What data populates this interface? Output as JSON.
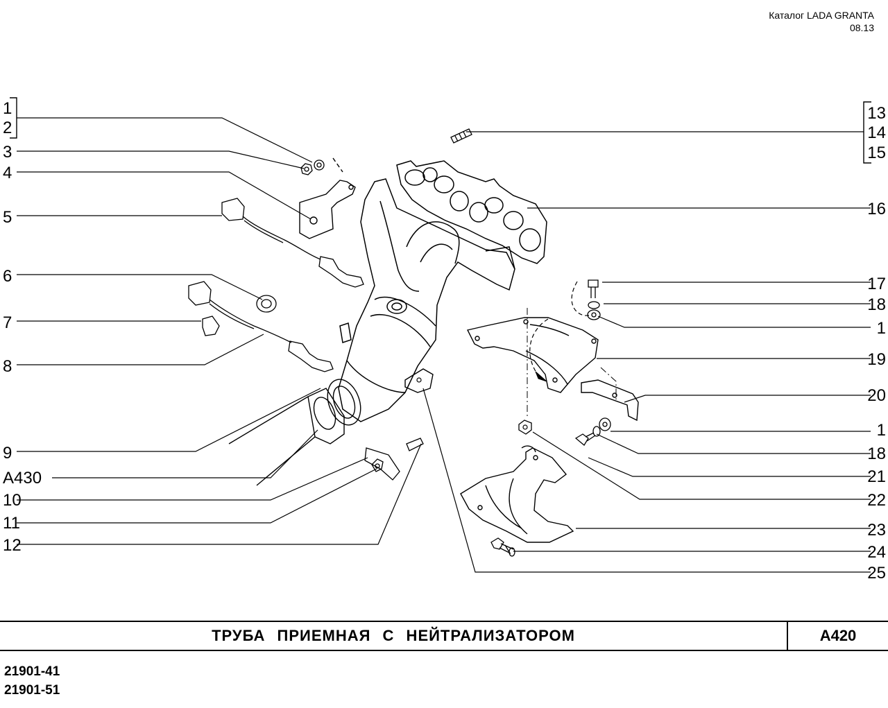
{
  "header": {
    "catalog": "Каталог  LADA GRANTA",
    "date": "08.13"
  },
  "callouts_left": [
    "1",
    "2",
    "3",
    "4",
    "5",
    "6",
    "7",
    "8",
    "9",
    "A430",
    "10",
    "11",
    "12"
  ],
  "callouts_right": [
    "13",
    "14",
    "15",
    "16",
    "17",
    "18",
    "1",
    "19",
    "20",
    "1",
    "18",
    "21",
    "22",
    "23",
    "24",
    "25"
  ],
  "title": "ТРУБА   ПРИЕМНАЯ   С   НЕЙТРАЛИЗАТОРОМ",
  "page_code": "A420",
  "models": [
    "21901-41",
    "21901-51"
  ]
}
